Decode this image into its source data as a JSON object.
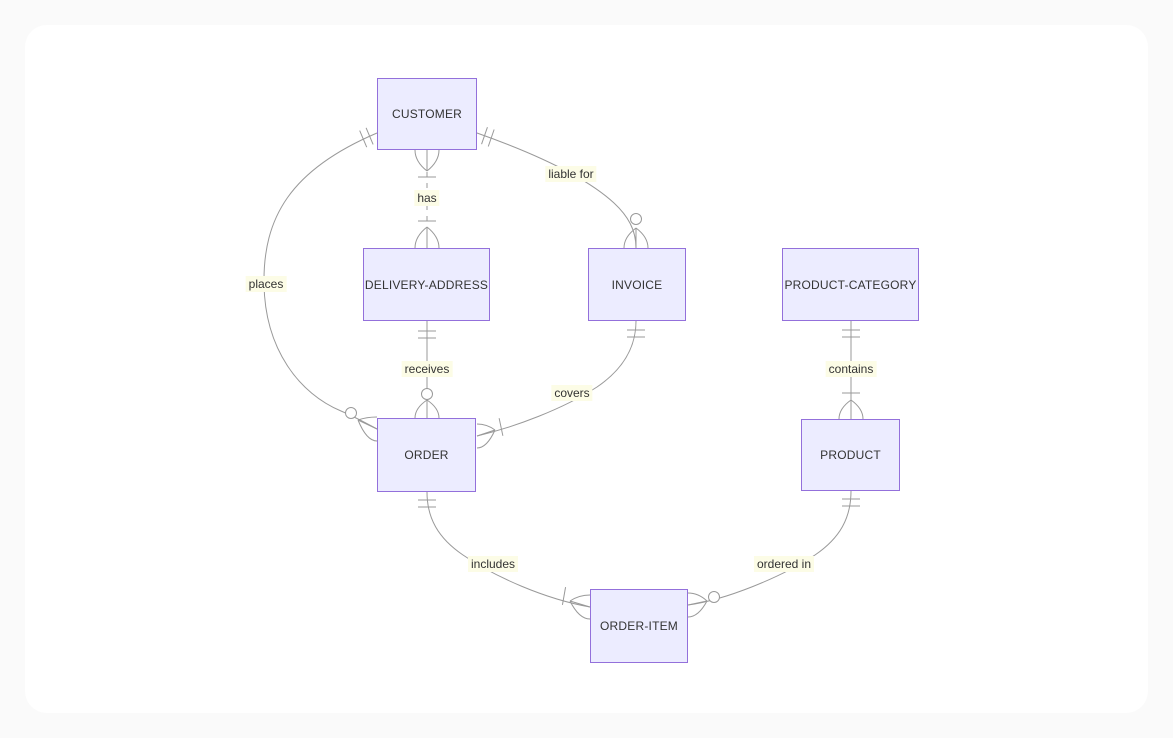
{
  "diagram": {
    "type": "entity-relationship-diagram",
    "notation": "crows-foot",
    "entities": [
      {
        "name": "CUSTOMER"
      },
      {
        "name": "DELIVERY-ADDRESS"
      },
      {
        "name": "INVOICE"
      },
      {
        "name": "PRODUCT-CATEGORY"
      },
      {
        "name": "ORDER"
      },
      {
        "name": "PRODUCT"
      },
      {
        "name": "ORDER-ITEM"
      }
    ],
    "relationships": [
      {
        "label": "has",
        "from": "CUSTOMER",
        "to": "DELIVERY-ADDRESS",
        "from_cardinality": "one-or-many",
        "to_cardinality": "one-or-many",
        "line": "dashed"
      },
      {
        "label": "places",
        "from": "CUSTOMER",
        "to": "ORDER",
        "from_cardinality": "exactly-one",
        "to_cardinality": "zero-or-many",
        "line": "solid"
      },
      {
        "label": "liable for",
        "from": "CUSTOMER",
        "to": "INVOICE",
        "from_cardinality": "exactly-one",
        "to_cardinality": "zero-or-many",
        "line": "solid"
      },
      {
        "label": "receives",
        "from": "DELIVERY-ADDRESS",
        "to": "ORDER",
        "from_cardinality": "exactly-one",
        "to_cardinality": "zero-or-many",
        "line": "solid"
      },
      {
        "label": "covers",
        "from": "INVOICE",
        "to": "ORDER",
        "from_cardinality": "exactly-one",
        "to_cardinality": "one-or-many",
        "line": "solid"
      },
      {
        "label": "includes",
        "from": "ORDER",
        "to": "ORDER-ITEM",
        "from_cardinality": "exactly-one",
        "to_cardinality": "one-or-many",
        "line": "solid"
      },
      {
        "label": "contains",
        "from": "PRODUCT-CATEGORY",
        "to": "PRODUCT",
        "from_cardinality": "exactly-one",
        "to_cardinality": "one-or-many",
        "line": "solid"
      },
      {
        "label": "ordered in",
        "from": "PRODUCT",
        "to": "ORDER-ITEM",
        "from_cardinality": "exactly-one",
        "to_cardinality": "zero-or-many",
        "line": "solid"
      }
    ]
  },
  "colors": {
    "entity_fill": "#ECECFF",
    "entity_border": "#9370DB",
    "line": "#999999",
    "label_background": "#fcfce6",
    "text": "#333333",
    "canvas": "#ffffff",
    "page_background": "#fafafa"
  }
}
